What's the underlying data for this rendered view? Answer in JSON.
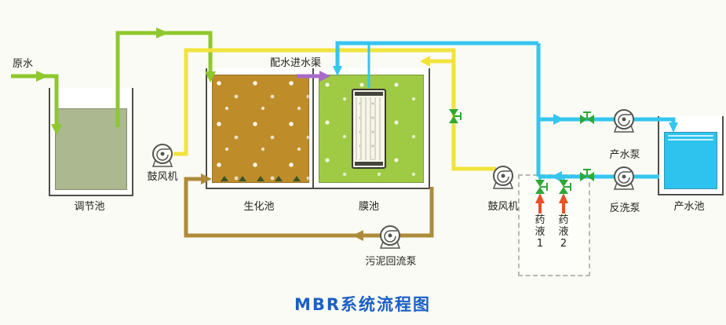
{
  "title": "MBR系统流程图",
  "components": {
    "raw_water": {
      "label": "原水"
    },
    "regulating_tank": {
      "label": "调节池"
    },
    "blower_left": {
      "label": "鼓风机"
    },
    "bio_tank": {
      "label": "生化池"
    },
    "inlet_channel": {
      "label": "配水进水渠"
    },
    "membrane_tank": {
      "label": "膜池"
    },
    "blower_right": {
      "label": "鼓风机"
    },
    "chemical_1": {
      "label": "药液1"
    },
    "chemical_2": {
      "label": "药液2"
    },
    "product_pump": {
      "label": "产水泵"
    },
    "backwash_pump": {
      "label": "反洗泵"
    },
    "product_tank": {
      "label": "产水池"
    },
    "sludge_pump": {
      "label": "污泥回流泵"
    }
  },
  "colors": {
    "pipe_green": "#8ec82e",
    "pipe_yellow": "#f2e33c",
    "pipe_cyan": "#35c5ef",
    "pipe_brown": "#ad8b3a",
    "pipe_purple": "#a86bc9",
    "pipe_red": "#e8502a",
    "valve_green": "#2ea836",
    "title_blue": "#1a5fc4",
    "water_regulating": "#abb890",
    "water_bio": "#bf8c2a",
    "water_membrane": "#9fca43",
    "water_product": "#2ec3ee"
  }
}
